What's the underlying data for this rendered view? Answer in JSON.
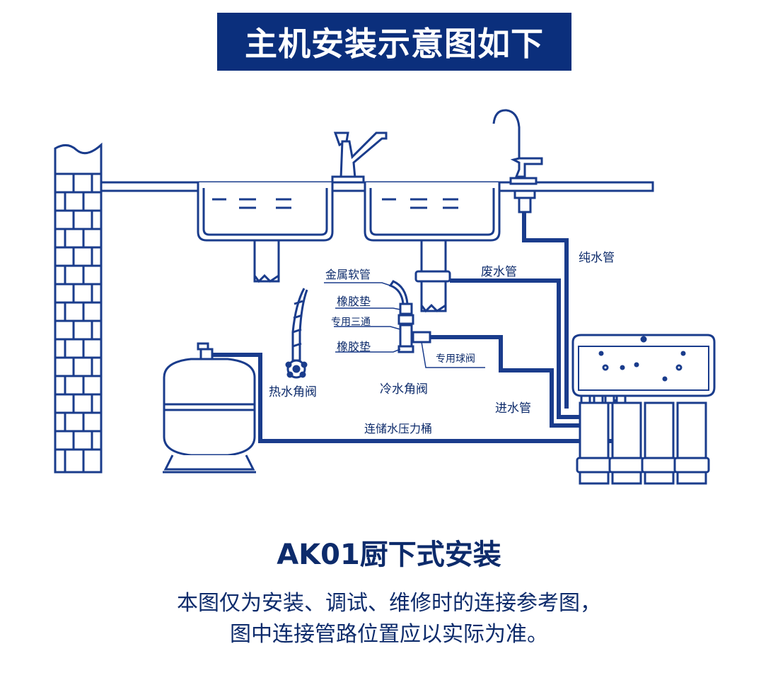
{
  "title": "主机安装示意图如下",
  "labels": {
    "pure_water_pipe": "纯水管",
    "waste_water_pipe": "废水管",
    "metal_hose": "金属软管",
    "rubber_gasket_1": "橡胶垫",
    "tee": "专用三通",
    "rubber_gasket_2": "橡胶垫",
    "ball_valve": "专用球阀",
    "hot_water_valve": "热水角阀",
    "cold_water_valve": "冷水角阀",
    "inlet_pipe": "进水管",
    "tank_connection": "连储水压力桶"
  },
  "subtitle": "AK01厨下式安装",
  "note": {
    "line1": "本图仅为安装、调试、维修时的连接参考图，",
    "line2": "图中连接管路位置应以实际为准。"
  },
  "colors": {
    "brand_blue": "#0b2f7c",
    "line_blue": "#1a3c8c",
    "text_blue": "#0d2b6b"
  }
}
